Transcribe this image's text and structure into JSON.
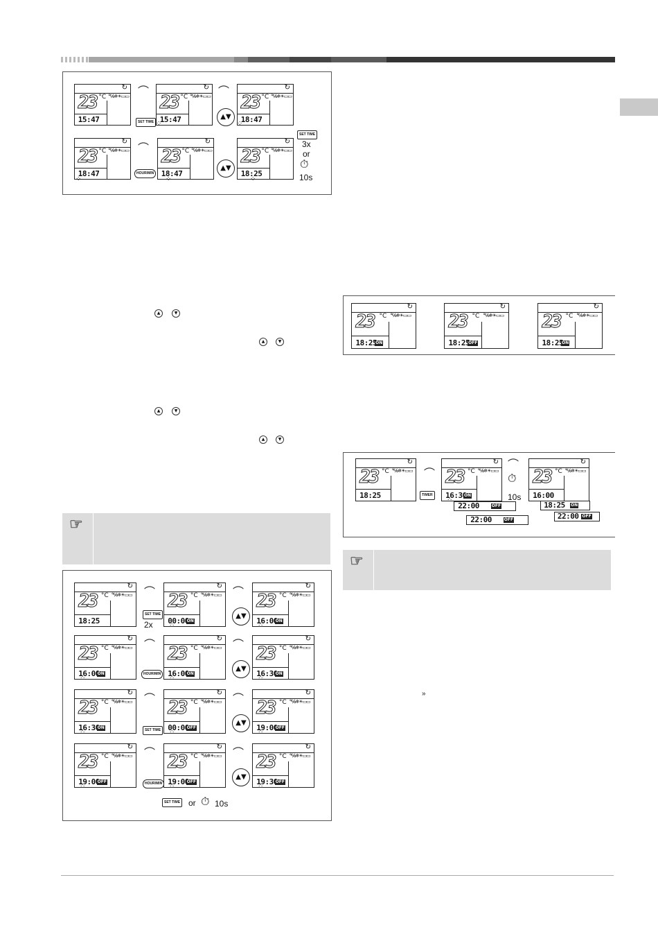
{
  "colors": {
    "bar": [
      "#d8d8d8",
      "#a0a0a0",
      "#8a8a8a",
      "#5a5a5a",
      "#2f2f2f",
      "#505050",
      "#3a3a3a",
      "#222222"
    ]
  },
  "icons": [
    "cycle-icon",
    "thermometer-icon",
    "fan-icon",
    "hand-pointer-icon",
    "stopwatch-icon",
    "up-down-arrows-icon",
    "curved-arrow-icon",
    "blink-rays-icon"
  ],
  "display": {
    "temperature": "23",
    "degree": "°C",
    "modes": "°℅❄☀▭▭",
    "cycle": "↻"
  },
  "fig1": {
    "times": [
      "15:47",
      "15:47",
      "18:47",
      "18:47",
      "18:47",
      "18:25"
    ],
    "btn_set_time": "SET TIME",
    "btn_hour_min": "HOUR/MIN",
    "right_btn": "SET TIME",
    "count": "3x",
    "or": "or",
    "secs": "10s"
  },
  "fig2": {
    "times": [
      "18:25",
      "18:25",
      "18:25"
    ],
    "tags": [
      "ON",
      "OFF",
      "ON"
    ]
  },
  "fig3": {
    "times": [
      "18:25",
      "16:30",
      "16:00"
    ],
    "btn_timer": "TIMER",
    "secs": "10s",
    "sub_times": [
      "22:00",
      "22:00",
      "18:25",
      "22:00"
    ],
    "tags": [
      "ON",
      "OFF",
      "ON",
      "OFF"
    ]
  },
  "fig4": {
    "times": [
      "18:25",
      "00:00",
      "16:00",
      "16:00",
      "16:00",
      "16:30",
      "16:30",
      "00:00",
      "19:00",
      "19:00",
      "19:00",
      "19:30"
    ],
    "tags": [
      "",
      "ON",
      "ON",
      "ON",
      "ON",
      "ON",
      "ON",
      "OFF",
      "OFF",
      "OFF",
      "OFF",
      "OFF"
    ],
    "btn_set_time": "SET TIME",
    "btn_hour_min": "HOUR/MIN",
    "count": "2x",
    "footer_or": "or",
    "footer_secs": "10s"
  },
  "sidebar_icon": "»"
}
